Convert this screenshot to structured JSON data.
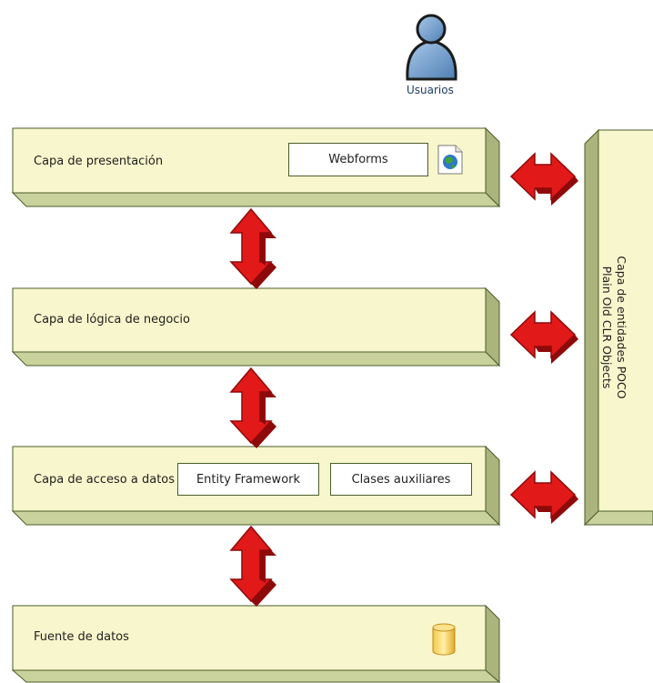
{
  "users": {
    "label": "Usuarios",
    "icon": "user-icon"
  },
  "layers": {
    "presentation": {
      "label": "Capa de presentación",
      "components": [
        "Webforms"
      ],
      "icon": "web-page-icon"
    },
    "business": {
      "label": "Capa de lógica de negocio"
    },
    "data_access": {
      "label": "Capa de acceso a datos",
      "components": [
        "Entity Framework",
        "Clases auxiliares"
      ]
    },
    "data_source": {
      "label": "Fuente de datos",
      "icon": "database-icon"
    }
  },
  "entities": {
    "line1": "Capa de entidades POCO",
    "line2": "Plain Old CLR Objects"
  },
  "colors": {
    "layer_face": "#f8f6cc",
    "layer_side": "#b0ba84",
    "layer_border": "#4a5d2a",
    "arrow": "#e11919",
    "arrow_dark": "#8e0a0a",
    "user_body": "#6d9fcf"
  }
}
